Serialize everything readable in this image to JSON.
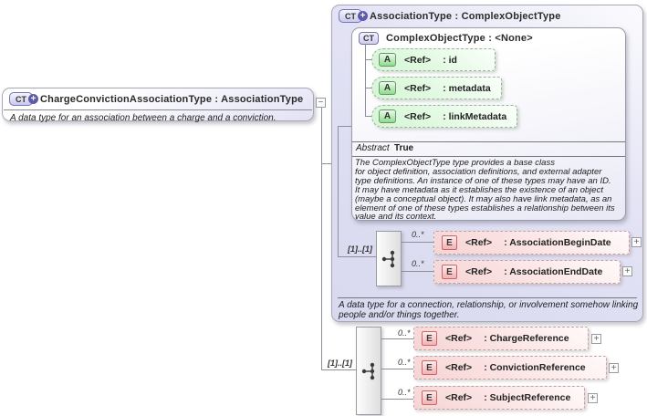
{
  "icons": {
    "ct": "CT",
    "a": "A",
    "e": "E",
    "plus": "+",
    "minus": "−"
  },
  "left_box": {
    "title": "ChargeConvictionAssociationType : AssociationType",
    "annotation": "A data type for an association between a charge and a conviction.",
    "collapse_glyph": "−"
  },
  "assoc_box": {
    "title": "AssociationType : ComplexObjectType",
    "annotation": "A data type for a connection, relationship, or involvement somehow linking\npeople and/or things together.",
    "inner_box": {
      "title": "ComplexObjectType : <None>",
      "attributes": [
        {
          "ref": "<Ref>",
          "name": ": id"
        },
        {
          "ref": "<Ref>",
          "name": ": metadata"
        },
        {
          "ref": "<Ref>",
          "name": ": linkMetadata"
        }
      ],
      "abstract_label": "Abstract",
      "abstract_value": "True",
      "description": "The ComplexObjectType type provides a base class\nfor object definition, association definitions, and external adapter\ntype definitions. An instance of one of these types may have an ID.\nIt may have metadata as it establishes the existence of an object\n(maybe a conceptual object). It may also have link metadata, as an\nelement of one of these types establishes a relationship between its\nvalue and its context."
    },
    "sequence": {
      "cardinality": "[1]..[1]",
      "elements": [
        {
          "occurs": "0..*",
          "ref": "<Ref>",
          "name": ": AssociationBeginDate",
          "expand_glyph": "+"
        },
        {
          "occurs": "0..*",
          "ref": "<Ref>",
          "name": ": AssociationEndDate",
          "expand_glyph": "+"
        }
      ]
    }
  },
  "extension_sequence": {
    "cardinality": "[1]..[1]",
    "elements": [
      {
        "occurs": "0..*",
        "ref": "<Ref>",
        "name": ": ChargeReference",
        "expand_glyph": "+"
      },
      {
        "occurs": "0..*",
        "ref": "<Ref>",
        "name": ": ConvictionReference",
        "expand_glyph": "+"
      },
      {
        "occurs": "0..*",
        "ref": "<Ref>",
        "name": ": SubjectReference",
        "expand_glyph": "+"
      }
    ]
  }
}
